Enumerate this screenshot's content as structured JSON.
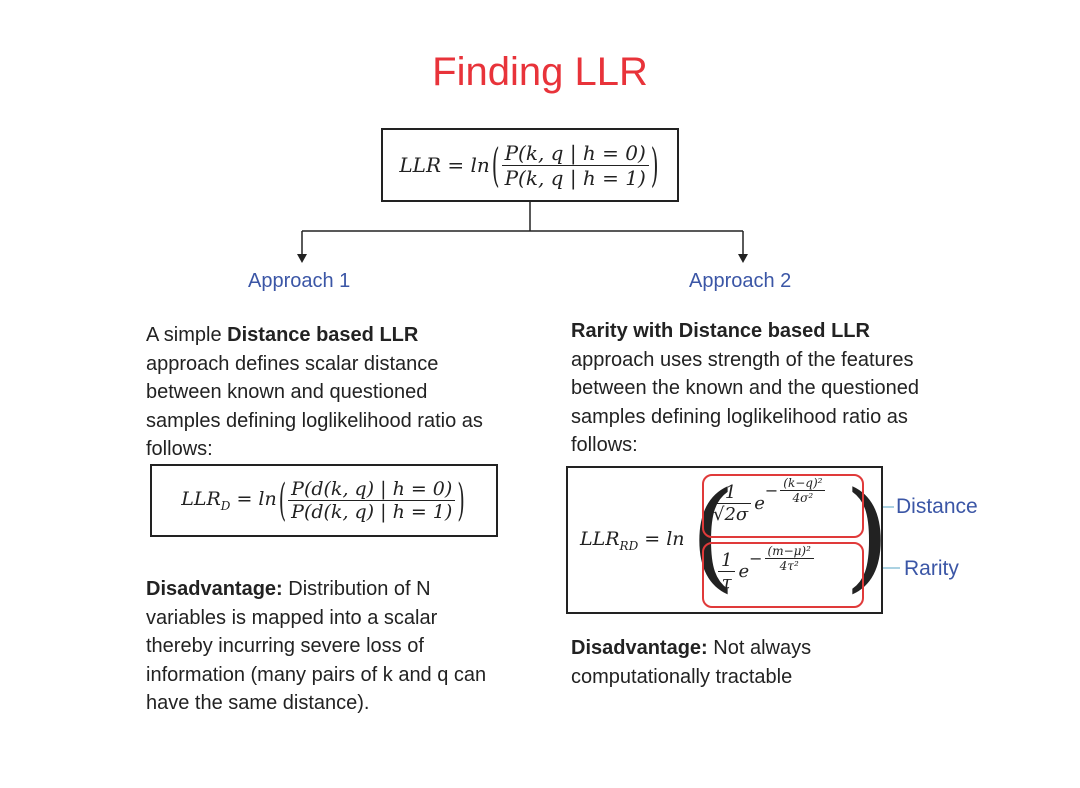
{
  "title": "Finding LLR",
  "main_eq": {
    "lhs": "LLR = ln",
    "num": "P(k, q | h = 0)",
    "den": "P(k, q | h = 1)"
  },
  "approach1": {
    "heading": "Approach 1",
    "desc_pre": "A simple ",
    "desc_bold": "Distance based LLR",
    "desc_post": " approach defines scalar distance between known and questioned samples defining loglikelihood ratio as follows:",
    "eq_lhs": "LLR",
    "eq_sub": "D",
    "eq_mid": " = ln",
    "eq_num": "P(d(k, q) | h = 0)",
    "eq_den": "P(d(k, q) | h = 1)",
    "disadv_label": "Disadvantage:",
    "disadv_text": " Distribution of N variables is mapped into a scalar thereby incurring severe loss of information (many pairs of k and q can have the same distance)."
  },
  "approach2": {
    "heading": "Approach 2",
    "desc_bold": "Rarity with Distance based LLR",
    "desc_post": " approach uses strength of the features between the known and the questioned samples defining loglikelihood ratio as follows:",
    "eq_lhs": "LLR",
    "eq_sub": "RD",
    "eq_mid": " = ln",
    "term1_num": "1",
    "term1_den": "√2σ",
    "term1_e": "e",
    "term1_exp_num": "(k−q)²",
    "term1_exp_den": "4σ²",
    "term2_num": "1",
    "term2_den": "τ",
    "term2_e": "e",
    "term2_exp_num": "(m−μ)²",
    "term2_exp_den": "4τ²",
    "minus": "−",
    "callout_distance": "Distance",
    "callout_rarity": "Rarity",
    "disadv_label": "Disadvantage:",
    "disadv_text": " Not always computationally tractable"
  },
  "colors": {
    "title": "#e8333a",
    "heading": "#3b56a6",
    "highlight": "#e03a3a",
    "callout_line": "#8fc4d8"
  }
}
